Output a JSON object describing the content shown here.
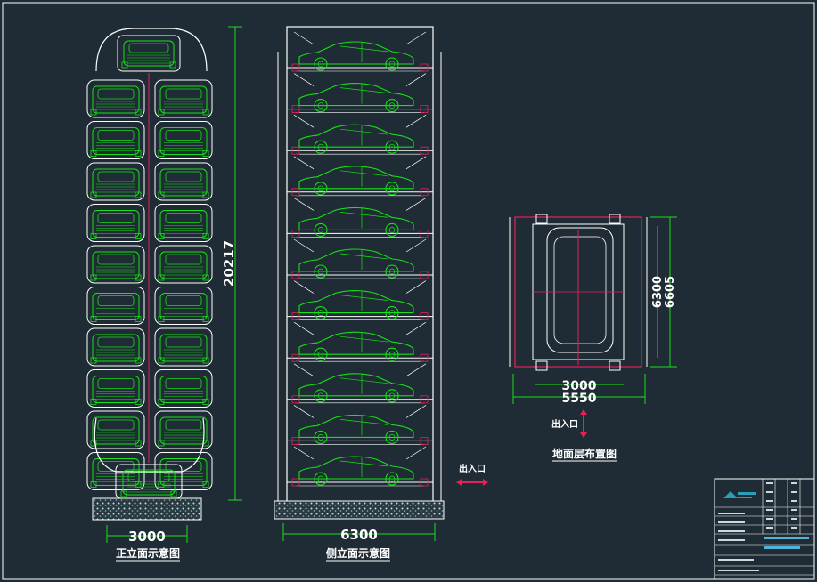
{
  "front_view": {
    "caption": "正立面示意图",
    "width_dim": "3000",
    "height_dim": "20217"
  },
  "side_view": {
    "caption": "侧立面示意图",
    "width_dim": "6300",
    "entrance_label": "出入口"
  },
  "plan_view": {
    "caption": "地面层布置图",
    "dim_inner_w": "3000",
    "dim_outer_w": "5550",
    "dim_inner_h": "6300",
    "dim_outer_h": "6605",
    "entrance_label": "出入口"
  },
  "colors": {
    "background": "#1f2c35",
    "frame": "#ffffff",
    "car": "#16e016",
    "dimension": "#19e019",
    "accent": "#e6205a",
    "ground": "#b9e0e6"
  }
}
